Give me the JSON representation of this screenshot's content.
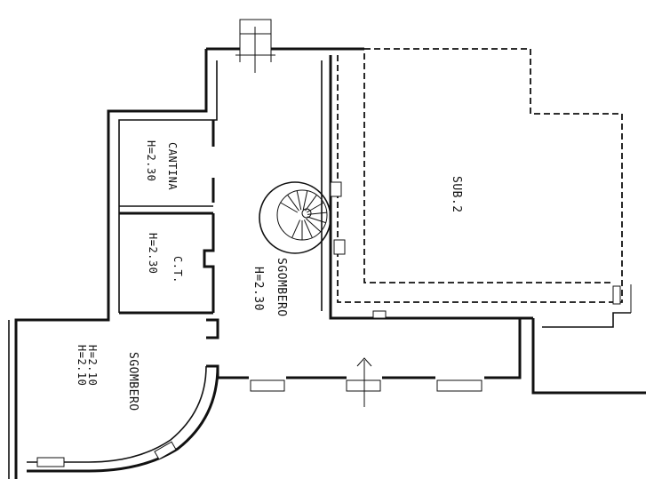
{
  "plan": {
    "rooms": [
      {
        "id": "cantina",
        "name": "CANTINA",
        "height": "H=2.30"
      },
      {
        "id": "ct",
        "name": "C.T.",
        "height": "H=2.30"
      },
      {
        "id": "sgombero-main",
        "name": "SGOMBERO",
        "height": "H=2.30"
      },
      {
        "id": "sgombero-left",
        "name": "SGOMBERO",
        "height_1": "H=2.10",
        "height_2": "H=2.10"
      }
    ],
    "adjacent_unit": "SUB.2"
  }
}
